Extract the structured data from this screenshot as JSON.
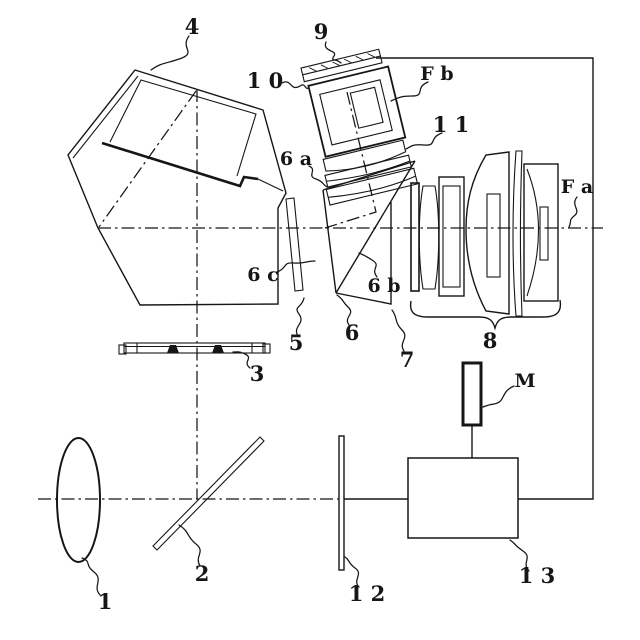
{
  "figure": {
    "kind": "patent-optical-diagram",
    "background": "#ffffff",
    "ink": "#161616",
    "labels": {
      "n1": "1",
      "n2": "2",
      "n3": "3",
      "n4": "4",
      "n5": "5",
      "n6": "6",
      "n7": "7",
      "n8": "8",
      "n9": "9",
      "n10": "1 0",
      "n11": "1 1",
      "n12": "1 2",
      "n13": "1 3",
      "n6a": "6 a",
      "n6b": "6 b",
      "n6c": "6 c",
      "fa": "F a",
      "fb": "F b",
      "m": "M"
    }
  }
}
